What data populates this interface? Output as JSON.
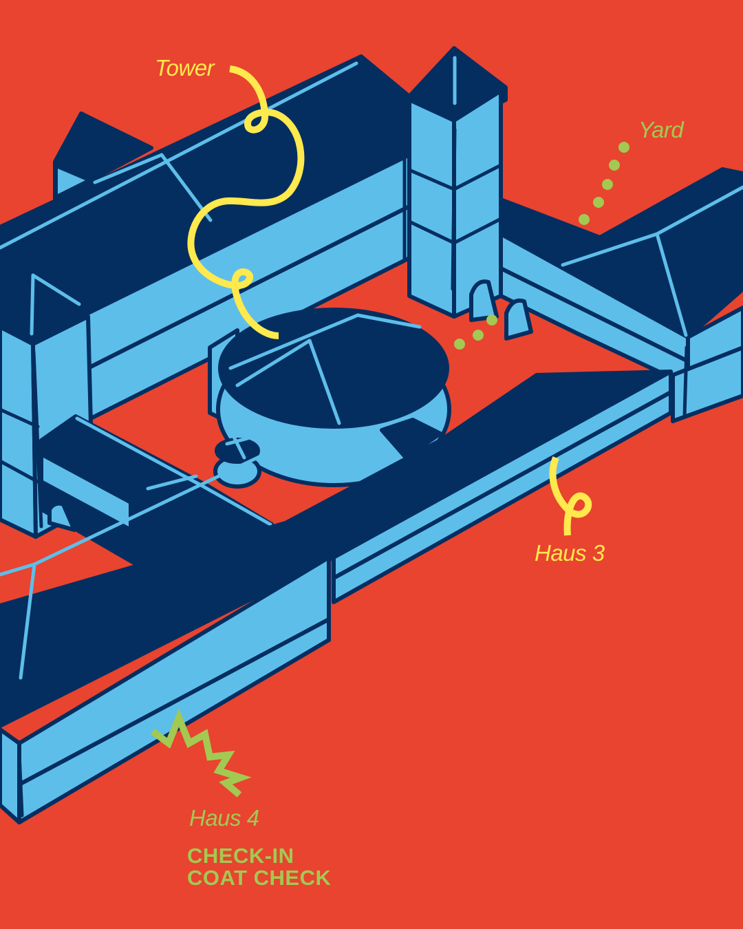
{
  "colors": {
    "background": "#E84430",
    "roof_navy": "#052E60",
    "wall_light_blue": "#5EBEEA",
    "accent_yellow": "#FFE94D",
    "accent_green": "#A3C952"
  },
  "labels": {
    "tower": "Tower",
    "yard": "Yard",
    "haus3": "Haus 3",
    "haus4": "Haus 4"
  },
  "brand": {
    "line1": "CHECK-IN",
    "line2": "COAT CHECK"
  },
  "connectors": {
    "tower": "yellow-squiggle",
    "yard": "green-dots",
    "haus3": "yellow-loop",
    "haus4": "green-zigzag"
  }
}
